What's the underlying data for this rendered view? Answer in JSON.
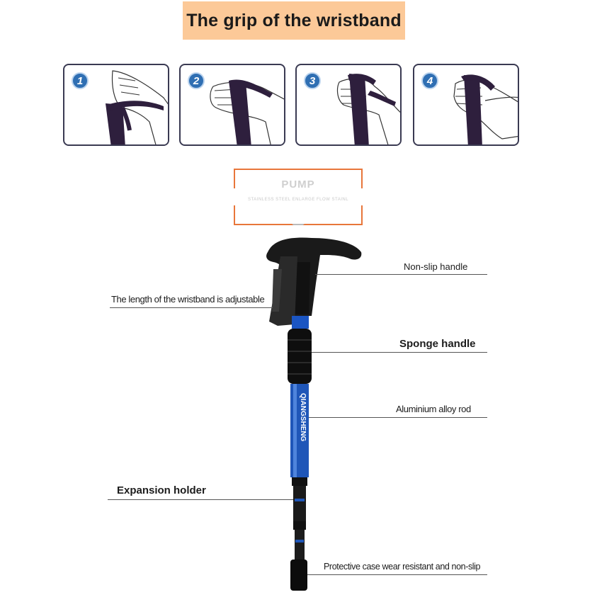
{
  "header": {
    "title": "The grip of the wristband"
  },
  "steps": [
    {
      "number": "1",
      "icon": "hand-insert-strap-icon"
    },
    {
      "number": "2",
      "icon": "hand-through-strap-icon"
    },
    {
      "number": "3",
      "icon": "hand-wrap-strap-icon"
    },
    {
      "number": "4",
      "icon": "hand-grip-handle-icon"
    }
  ],
  "pump_banner": {
    "title": "PUMP",
    "subtitle": "STAINLESS STEEL ENLARGE FLOW STAINL",
    "frame_color": "#e8763a"
  },
  "callouts": {
    "non_slip_handle": "Non-slip handle",
    "wristband_adjustable": "The length of the wristband is adjustable",
    "sponge_handle": "Sponge handle",
    "aluminium_rod": "Aluminium alloy rod",
    "expansion_holder": "Expansion holder",
    "protective_case": "Protective case wear resistant and non-slip"
  },
  "product": {
    "brand_text": "QIANGSHENG",
    "rod_color": "#1f56b8",
    "strap_color": "#2e1f3d"
  }
}
